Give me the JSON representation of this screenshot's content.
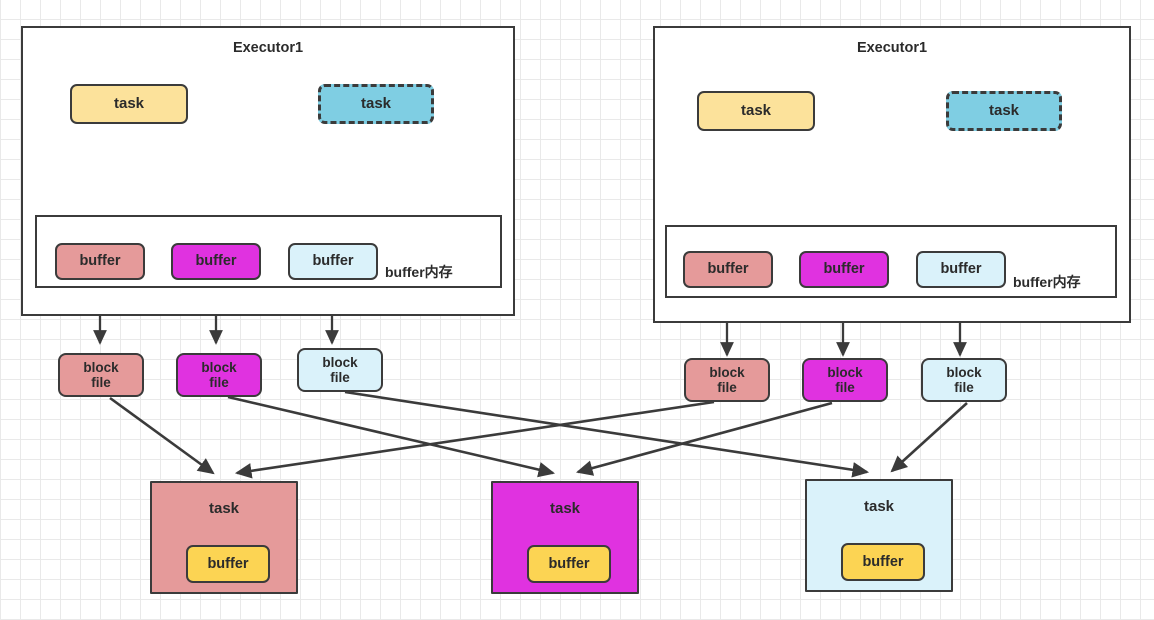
{
  "diagram": {
    "title_left": "Executor1",
    "title_right": "Executor1",
    "buffer_memory_label": "buffer内存",
    "labels": {
      "task": "task",
      "buffer": "buffer",
      "block": "block",
      "file": "file"
    },
    "colors": {
      "task_yellow": "#FCE29B",
      "task_blue": "#7FCEE3",
      "buffer_pink": "#E59A9A",
      "buffer_magenta": "#E032E0",
      "buffer_lightblue": "#DAF2FA",
      "inner_buffer_yellow": "#FCD453",
      "stroke_dark": "#3b3b3b",
      "arrow_yellow": "#FAD98A",
      "arrow_blue": "#7FCEE3",
      "grid": "#e9e9e9",
      "background": "#ffffff"
    },
    "executors": [
      {
        "name": "Executor1",
        "tasks": [
          {
            "label": "task",
            "style": "solid",
            "color": "#FCE29B"
          },
          {
            "label": "task",
            "style": "dashed",
            "color": "#7FCEE3"
          }
        ],
        "buffer_memory": {
          "label": "buffer内存",
          "buffers": [
            {
              "label": "buffer",
              "color": "#E59A9A"
            },
            {
              "label": "buffer",
              "color": "#E032E0"
            },
            {
              "label": "buffer",
              "color": "#DAF2FA"
            }
          ]
        },
        "block_files": [
          {
            "line1": "block",
            "line2": "file",
            "color": "#E59A9A"
          },
          {
            "line1": "block",
            "line2": "file",
            "color": "#E032E0"
          },
          {
            "line1": "block",
            "line2": "file",
            "color": "#DAF2FA"
          }
        ]
      },
      {
        "name": "Executor1",
        "tasks": [
          {
            "label": "task",
            "style": "solid",
            "color": "#FCE29B"
          },
          {
            "label": "task",
            "style": "dashed",
            "color": "#7FCEE3"
          }
        ],
        "buffer_memory": {
          "label": "buffer内存",
          "buffers": [
            {
              "label": "buffer",
              "color": "#E59A9A"
            },
            {
              "label": "buffer",
              "color": "#E032E0"
            },
            {
              "label": "buffer",
              "color": "#DAF2FA"
            }
          ]
        },
        "block_files": [
          {
            "line1": "block",
            "line2": "file",
            "color": "#E59A9A"
          },
          {
            "line1": "block",
            "line2": "file",
            "color": "#E032E0"
          },
          {
            "line1": "block",
            "line2": "file",
            "color": "#DAF2FA"
          }
        ]
      }
    ],
    "reduce_tasks": [
      {
        "title": "task",
        "buffer_label": "buffer",
        "color": "#E59A9A",
        "buffer_color": "#FCD453"
      },
      {
        "title": "task",
        "buffer_label": "buffer",
        "color": "#E032E0",
        "buffer_color": "#FCD453"
      },
      {
        "title": "task",
        "buffer_label": "buffer",
        "color": "#DAF2FA",
        "buffer_color": "#FCD453"
      }
    ]
  }
}
